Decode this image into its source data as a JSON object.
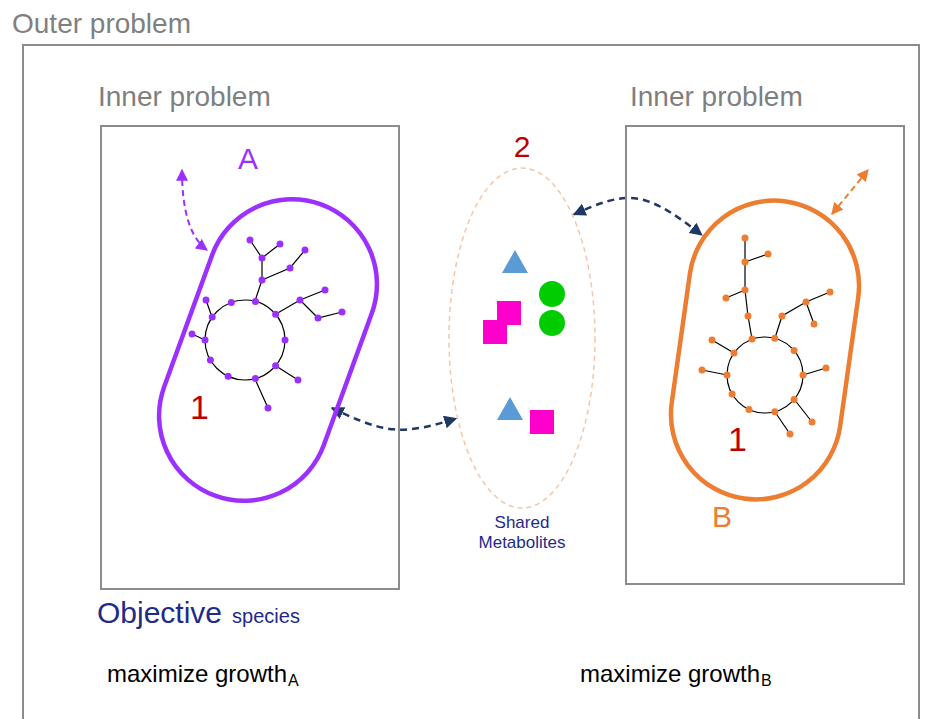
{
  "diagram": {
    "nodes": [
      {
        "text": [
          "Outer problem"
        ]
      },
      {
        "text": [
          "Inner problem"
        ],
        "in": 0
      },
      {
        "text": [
          "A",
          "1"
        ],
        "in": 1
      },
      {
        "text": [
          "2",
          "Shared Metabolites"
        ],
        "in": 0
      },
      {
        "text": [
          "Inner problem"
        ],
        "in": 0
      },
      {
        "text": [
          "1",
          "B"
        ],
        "in": 4
      }
    ],
    "edges": [
      {
        "from": 2,
        "to": 3,
        "arrow": "both"
      },
      {
        "from": 3,
        "to": 5,
        "arrow": "both"
      }
    ],
    "labels": [
      "Objective",
      "species",
      "maximize growth",
      "A",
      "maximize growth",
      "B"
    ]
  }
}
